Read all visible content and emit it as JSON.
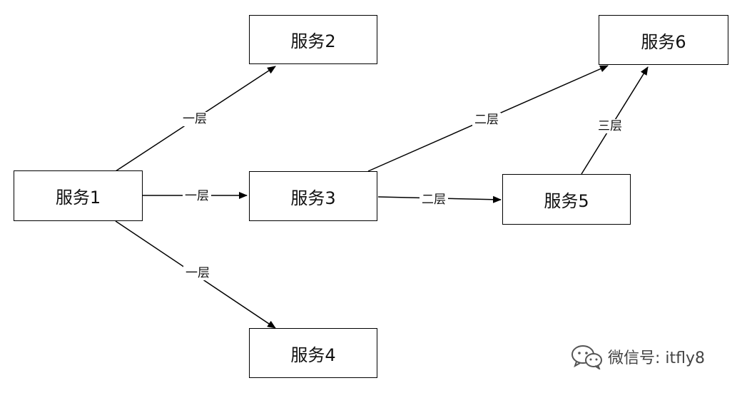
{
  "nodes": {
    "s1": "服务1",
    "s2": "服务2",
    "s3": "服务3",
    "s4": "服务4",
    "s5": "服务5",
    "s6": "服务6"
  },
  "edges": {
    "s1_s2": "一层",
    "s1_s3": "一层",
    "s1_s4": "一层",
    "s3_s6": "二层",
    "s3_s5": "二层",
    "s5_s6": "三层"
  },
  "watermark": {
    "icon": "wechat-icon",
    "text": "微信号: itfly8"
  }
}
